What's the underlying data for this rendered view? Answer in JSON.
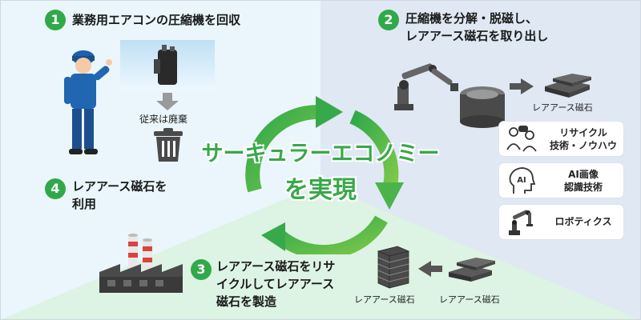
{
  "steps": [
    {
      "num": "1",
      "title": "業務用エアコンの圧縮機を回収"
    },
    {
      "num": "2",
      "title_line1": "圧縮機を分解・脱磁し、",
      "title_line2": "レアアース磁石を取り出し"
    },
    {
      "num": "3",
      "title_line1": "レアアース磁石をリサ",
      "title_line2": "イクルしてレアアース",
      "title_line3": "磁石を製造"
    },
    {
      "num": "4",
      "title_line1": "レアアース磁石を",
      "title_line2": "利用"
    }
  ],
  "center": {
    "line1": "サーキュラーエコノミー",
    "line2": "を実現"
  },
  "labels": {
    "conventional": "従来は廃棄",
    "magnet_top": "レアアース磁石",
    "magnet_bottom_left": "レアアース磁石",
    "magnet_bottom_right": "レアアース磁石"
  },
  "tech": [
    {
      "line1": "リサイクル",
      "line2": "技術・ノウハウ",
      "icon": "people-chat-icon"
    },
    {
      "line1": "AI画像",
      "line2": "認識技術",
      "icon": "ai-head-icon"
    },
    {
      "line1": "ロボティクス",
      "icon": "robot-arm-icon"
    }
  ],
  "colors": {
    "accent_green": "#31a94a",
    "panel_left": "#eaf6fb",
    "panel_right": "#dfe8f3",
    "panel_bottom": "#ddf3e3"
  }
}
